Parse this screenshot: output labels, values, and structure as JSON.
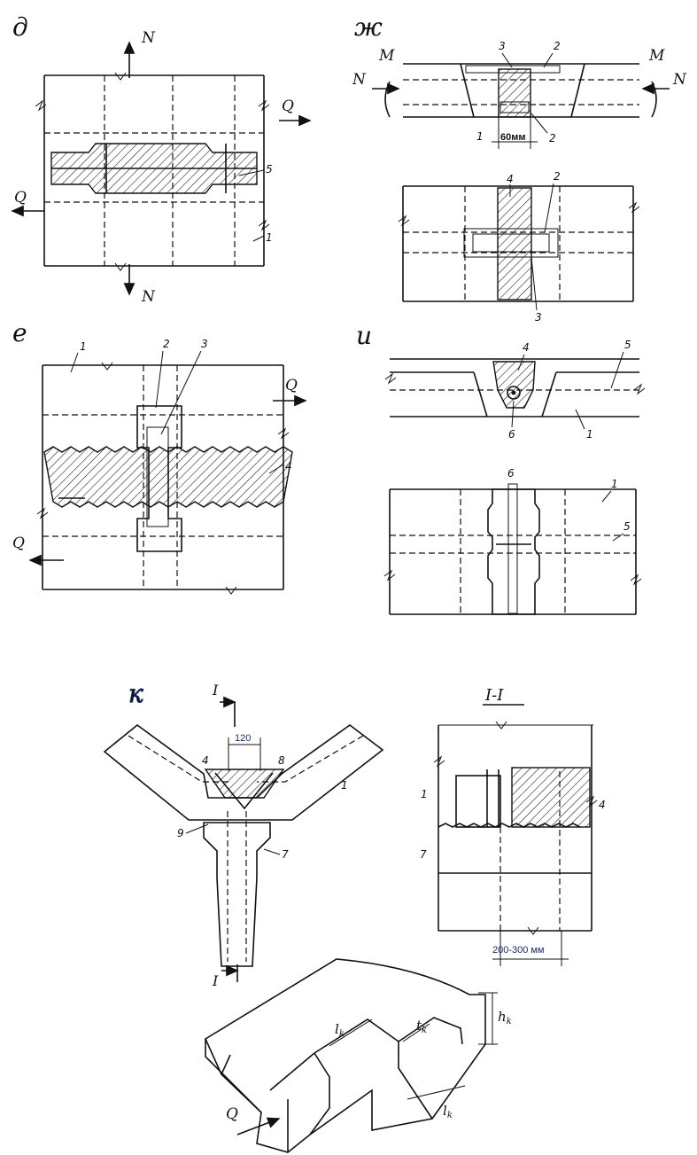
{
  "panels": {
    "d": {
      "letter": "д",
      "forces": {
        "n_top": "N",
        "n_bottom": "N",
        "q_right": "Q",
        "q_left": "Q"
      },
      "callouts": {
        "c5": "5",
        "c1": "1"
      }
    },
    "zh": {
      "letter": "ж",
      "forces": {
        "m_left": "M",
        "m_right": "M",
        "n_left": "N",
        "n_right": "N"
      },
      "dimension": "60мм",
      "callouts": {
        "c3": "3",
        "c2a": "2",
        "c1": "1",
        "c2b": "2",
        "c4": "4",
        "c2c": "2",
        "c3b": "3"
      }
    },
    "e": {
      "letter": "е",
      "forces": {
        "q_right": "Q",
        "q_left": "Q"
      },
      "callouts": {
        "c1": "1",
        "c2": "2",
        "c3": "3",
        "c4": "4"
      }
    },
    "i": {
      "letter": "и",
      "callouts": {
        "c4": "4",
        "c5": "5",
        "c6": "6",
        "c1": "1",
        "c6b": "6",
        "c1b": "1",
        "c5b": "5"
      }
    },
    "k": {
      "letter": "к",
      "section_mark": "I",
      "dimension": "120",
      "callouts": {
        "c4": "4",
        "c8": "8",
        "c1": "1",
        "c9": "9",
        "c7": "7"
      }
    },
    "section": {
      "title": "I-I",
      "dimension": "200-300 мм",
      "callouts": {
        "c1": "1",
        "c4": "4",
        "c7": "7"
      }
    },
    "key": {
      "force": "Q",
      "lk_a": "l",
      "lk_b": "l",
      "tk": "t",
      "hk": "h",
      "sub": "k"
    }
  }
}
